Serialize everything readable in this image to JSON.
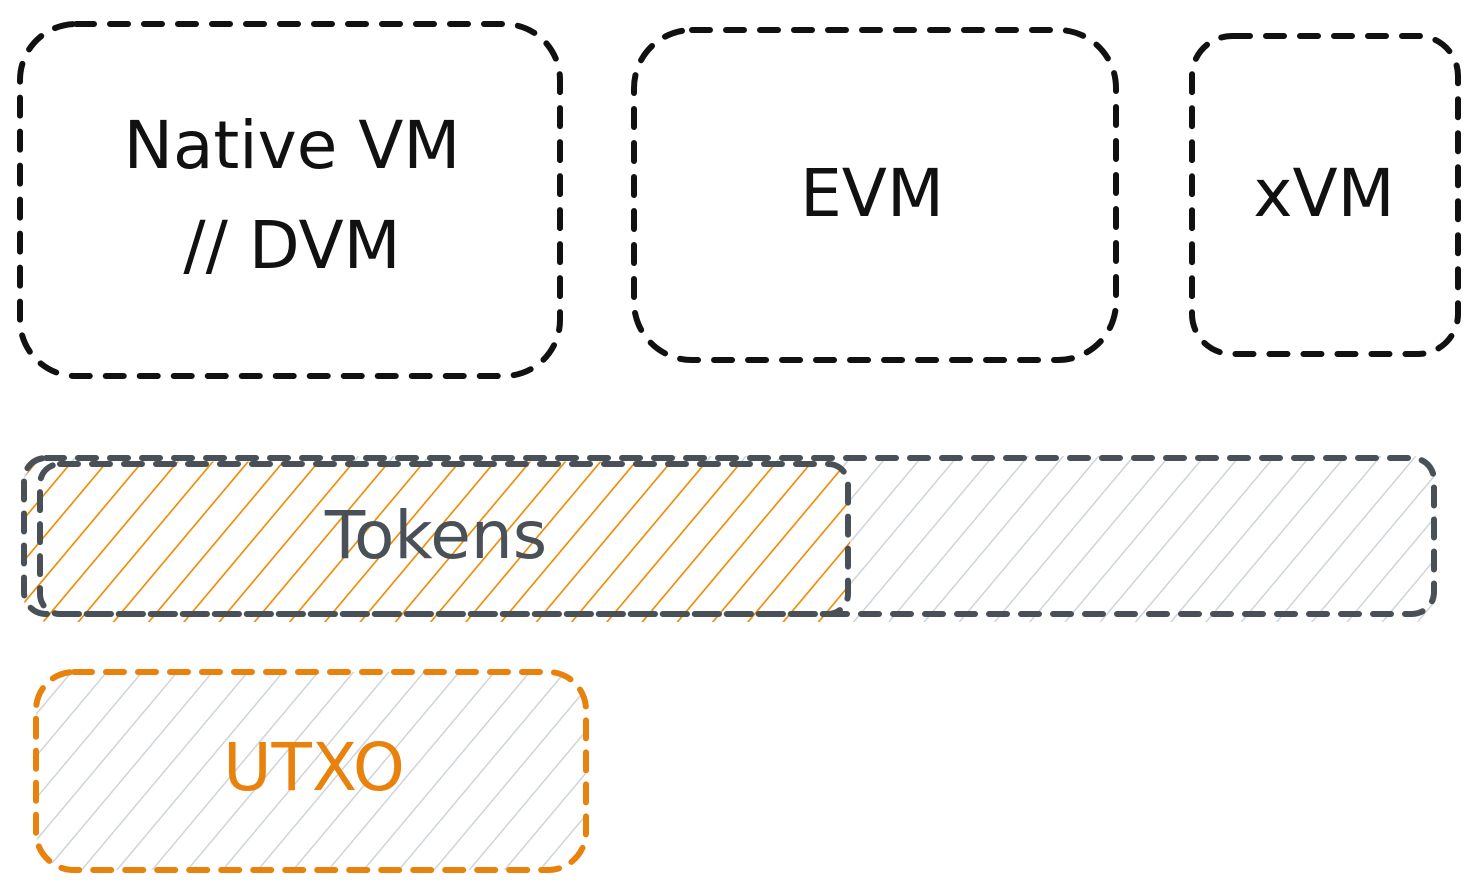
{
  "boxes": {
    "native_vm": {
      "line1": "Native VM",
      "line2": "// DVM"
    },
    "evm": {
      "label": "EVM"
    },
    "xvm": {
      "label": "xVM"
    }
  },
  "tokens_bar": {
    "label": "Tokens"
  },
  "utxo_box": {
    "label": "UTXO"
  },
  "colors": {
    "ink": "#111111",
    "slate": "#495057",
    "orange": "#f08c00",
    "hatch_gray": "#ced4da",
    "background": "#ffffff"
  }
}
